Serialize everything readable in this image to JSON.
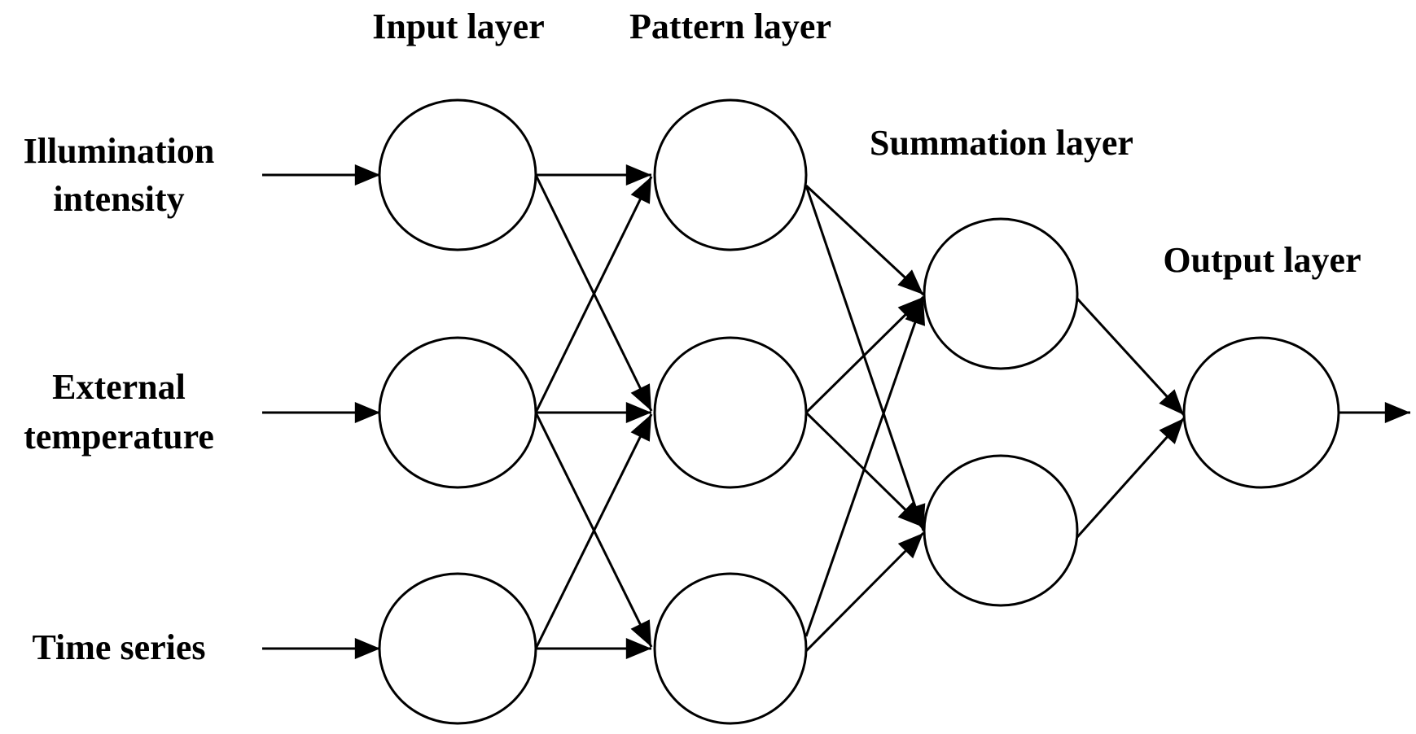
{
  "layers": {
    "input": "Input layer",
    "pattern": "Pattern layer",
    "summation": "Summation layer",
    "output": "Output layer"
  },
  "inputs": {
    "illumination": [
      "Illumination",
      "intensity"
    ],
    "temperature": [
      "External",
      "temperature"
    ],
    "time": "Time series"
  },
  "colors": {
    "stroke": "#000000",
    "background": "#ffffff"
  }
}
